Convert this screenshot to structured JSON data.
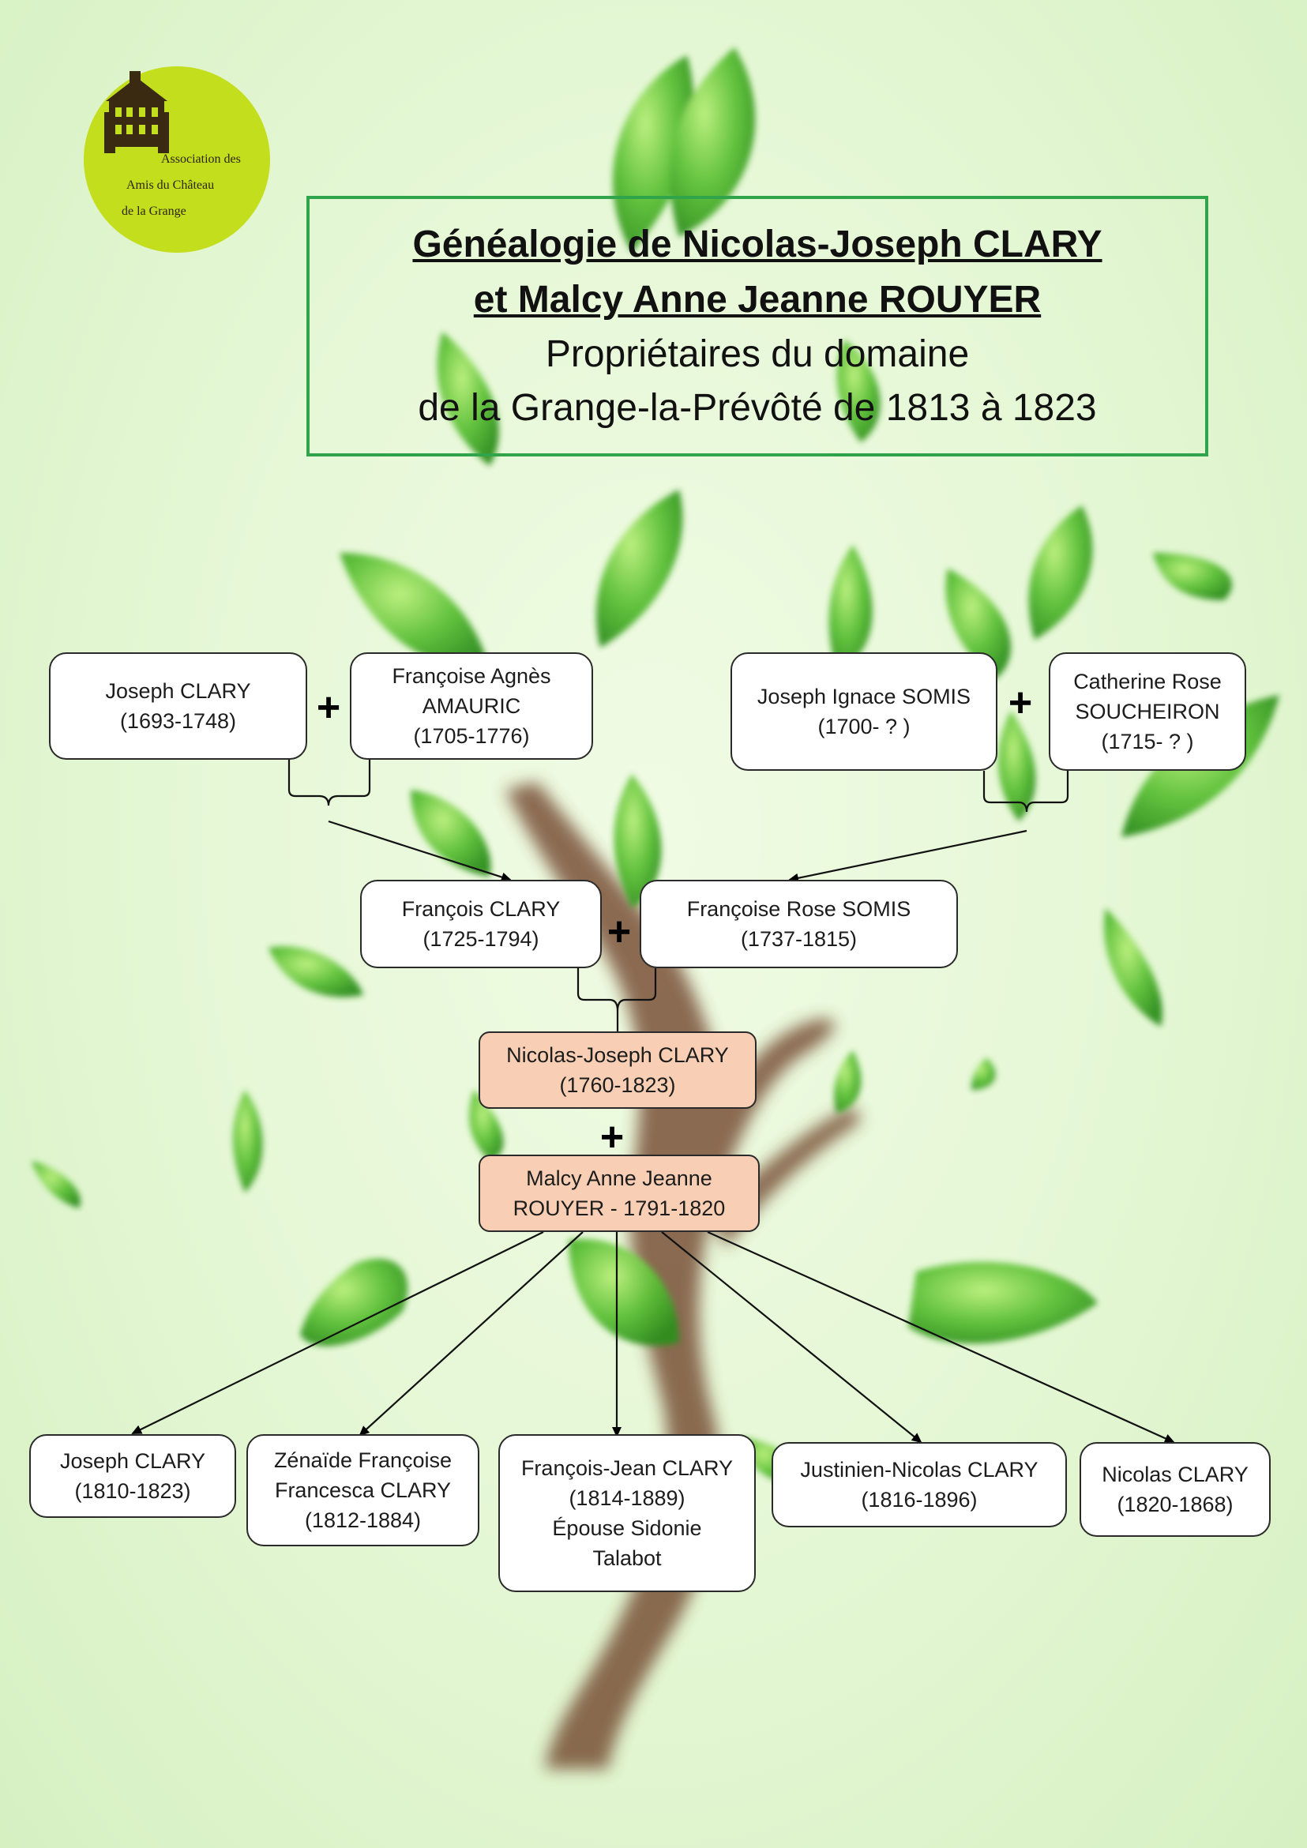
{
  "logo": {
    "line1": "Association des",
    "line2": "Amis du Château",
    "line3": "de la Grange"
  },
  "title": {
    "line1": "Généalogie de Nicolas-Joseph CLARY",
    "line2": "et Malcy Anne Jeanne ROUYER",
    "line3": "Propriétaires du domaine",
    "line4": "de la Grange-la-Prévôté de 1813 à 1823"
  },
  "plus_sign": "+",
  "persons": {
    "joseph_clary_1693": [
      "Joseph CLARY",
      "(1693-1748)"
    ],
    "francoise_agnes": [
      "Françoise Agnès",
      "AMAURIC",
      "(1705-1776)"
    ],
    "joseph_ignace": [
      "Joseph Ignace  SOMIS",
      "(1700- ? )"
    ],
    "catherine_rose": [
      "Catherine Rose",
      "SOUCHEIRON",
      "(1715- ?  )"
    ],
    "francois_clary": [
      "François CLARY",
      "(1725-1794)"
    ],
    "francoise_rose": [
      "Françoise Rose  SOMIS",
      "(1737-1815)"
    ],
    "nicolas_joseph": [
      "Nicolas-Joseph CLARY",
      "(1760-1823)"
    ],
    "malcy": [
      "Malcy Anne Jeanne",
      "ROUYER - 1791-1820"
    ],
    "joseph_clary_1810": [
      "Joseph CLARY",
      "(1810-1823)"
    ],
    "zenaide": [
      "Zénaïde Françoise",
      "Francesca CLARY",
      "(1812-1884)"
    ],
    "francois_jean": [
      "François-Jean  CLARY",
      "(1814-1889)",
      "Épouse Sidonie",
      "Talabot"
    ],
    "justinien": [
      "Justinien-Nicolas CLARY",
      "(1816-1896)"
    ],
    "nicolas_clary": [
      "Nicolas  CLARY",
      "(1820-1868)"
    ]
  },
  "colors": {
    "highlight_box": "#f8cfb4",
    "title_border": "#2fa44b",
    "logo_fill": "#c3de1c",
    "leaf": "#5cc036"
  }
}
